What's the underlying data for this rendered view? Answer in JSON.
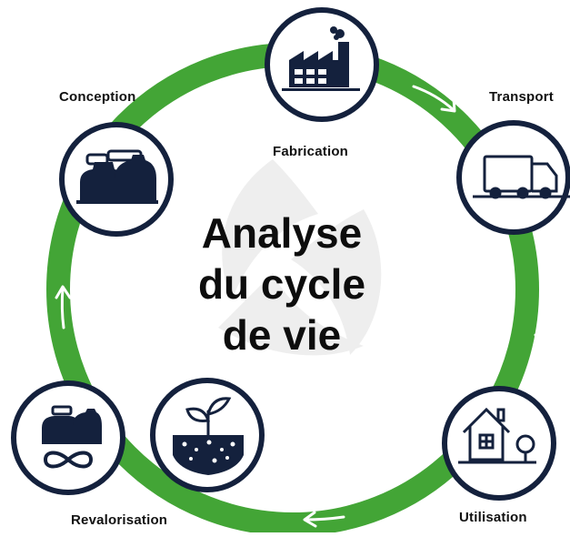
{
  "title": {
    "line1": "Analyse",
    "line2": "du cycle",
    "line3": "de vie"
  },
  "stages": {
    "conception": "Conception",
    "fabrication": "Fabrication",
    "transport": "Transport",
    "utilisation": "Utilisation",
    "revalorisation": "Revalorisation"
  },
  "colors": {
    "ring": "#43a536",
    "navy": "#14213d",
    "watermark": "#eeeeee",
    "text": "#111111"
  },
  "icons": {
    "conception": "tanks-icon",
    "fabrication": "factory-icon",
    "transport": "truck-icon",
    "utilisation": "house-tree-icon",
    "sol": "plant-soil-icon",
    "revalorisation": "recycle-infinity-icon"
  }
}
